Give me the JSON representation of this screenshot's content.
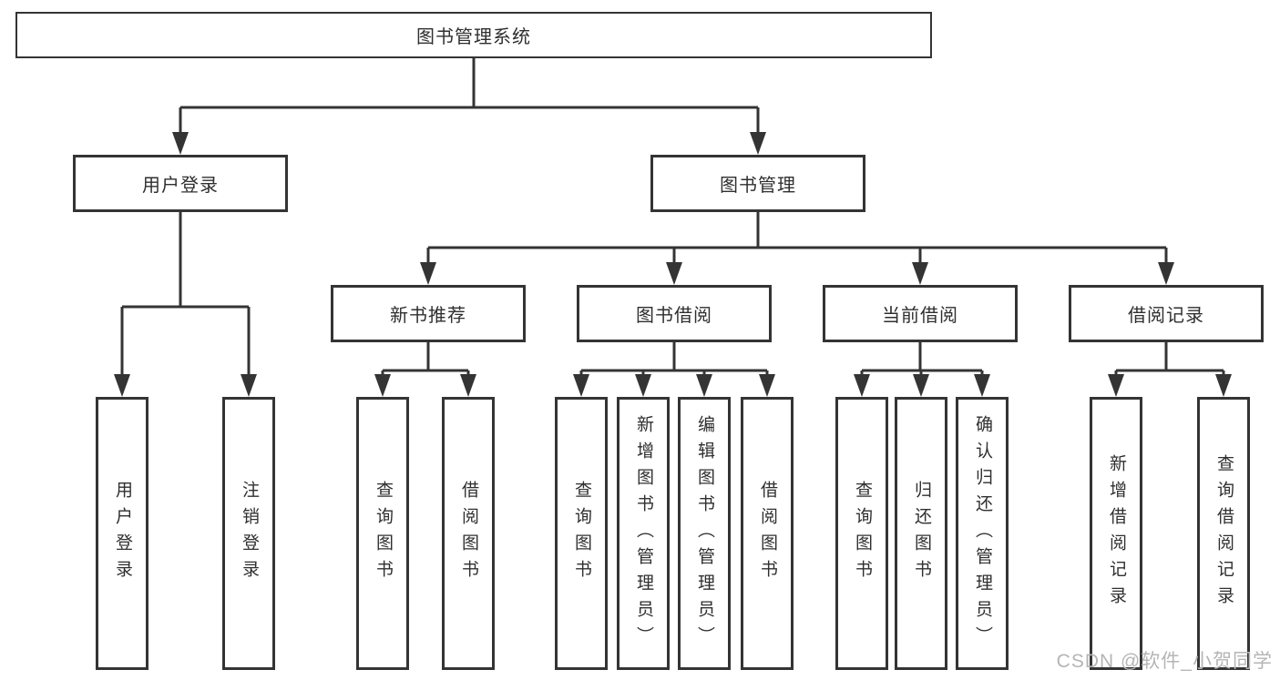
{
  "diagram": {
    "root": {
      "label": "图书管理系统"
    },
    "branches": [
      {
        "label": "用户登录",
        "children": [
          {
            "label": "用户登录"
          },
          {
            "label": "注销登录"
          }
        ]
      },
      {
        "label": "图书管理",
        "children": [
          {
            "label": "新书推荐",
            "children": [
              {
                "label": "查询图书"
              },
              {
                "label": "借阅图书"
              }
            ]
          },
          {
            "label": "图书借阅",
            "children": [
              {
                "label": "查询图书"
              },
              {
                "label": "新增图书（管理员）"
              },
              {
                "label": "编辑图书（管理员）"
              },
              {
                "label": "借阅图书"
              }
            ]
          },
          {
            "label": "当前借阅",
            "children": [
              {
                "label": "查询图书"
              },
              {
                "label": "归还图书"
              },
              {
                "label": "确认归还（管理员）"
              }
            ]
          },
          {
            "label": "借阅记录",
            "children": [
              {
                "label": "新增借阅记录"
              },
              {
                "label": "查询借阅记录"
              }
            ]
          }
        ]
      }
    ]
  },
  "watermark": {
    "text": "CSDN @软件_小贺同学"
  },
  "colors": {
    "line": "#343434",
    "text": "#2f2f2f",
    "background": "#ffffff",
    "watermark": "#b5b5b5"
  }
}
